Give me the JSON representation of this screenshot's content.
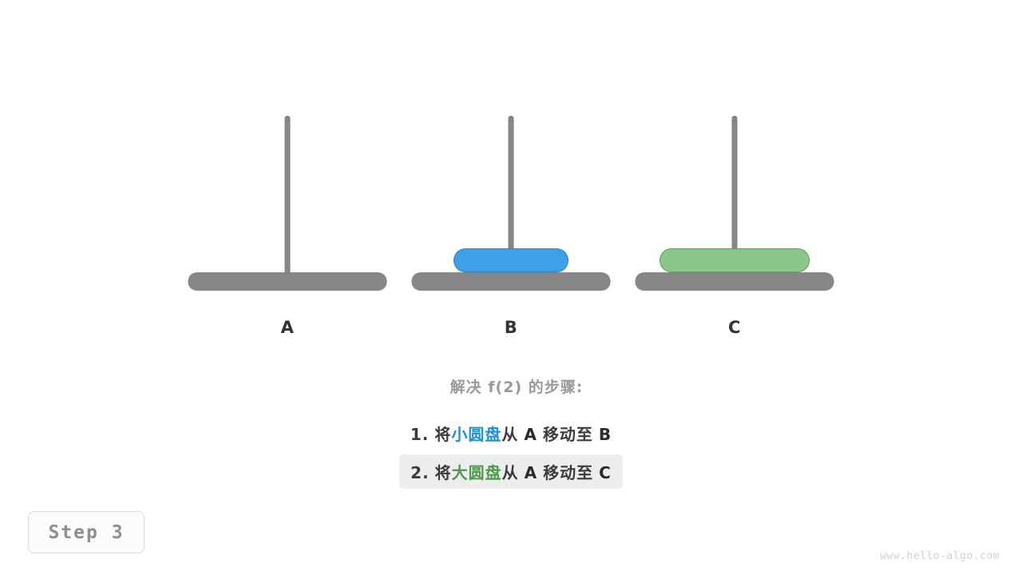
{
  "background_color": "#ffffff",
  "colors": {
    "rod": "#868686",
    "base": "#868686",
    "small_disk_fill": "#3fa0e8",
    "small_disk_border": "#2b7fc4",
    "large_disk_fill": "#8cc68c",
    "large_disk_border": "#53a053",
    "label": "#333333",
    "caption_title": "#9a9a9a",
    "step_text": "#3b3b3b",
    "highlight_bg": "#ededed",
    "badge_text": "#8e8e8e",
    "watermark": "#d2d2d2"
  },
  "diagram": {
    "type": "hanoi-towers",
    "pegs": [
      {
        "id": "A",
        "label": "A",
        "disks": []
      },
      {
        "id": "B",
        "label": "B",
        "disks": [
          {
            "size": "small",
            "color": "#3fa0e8"
          }
        ]
      },
      {
        "id": "C",
        "label": "C",
        "disks": [
          {
            "size": "large",
            "color": "#8cc68c"
          }
        ]
      }
    ]
  },
  "caption": {
    "title": "解决 f(2) 的步骤:",
    "steps": [
      {
        "number": "1.",
        "verb": "将",
        "disk": "小圆盘",
        "disk_kind": "small",
        "from_word": "从",
        "source": "A",
        "move_word": "移动至",
        "target": "B",
        "highlighted": false
      },
      {
        "number": "2.",
        "verb": "将",
        "disk": "大圆盘",
        "disk_kind": "large",
        "from_word": "从",
        "source": "A",
        "move_word": "移动至",
        "target": "C",
        "highlighted": true
      }
    ]
  },
  "badge": {
    "label": "Step 3"
  },
  "watermark": {
    "text": "www.hello-algo.com"
  }
}
